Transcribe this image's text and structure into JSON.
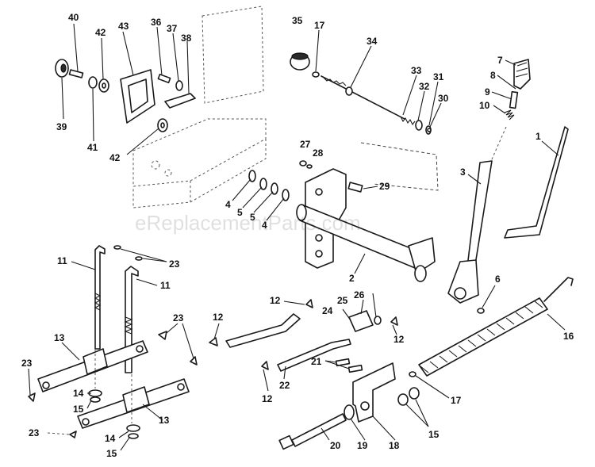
{
  "watermark": "eReplacementParts.com",
  "callouts": [
    {
      "id": "c40",
      "label": "40"
    },
    {
      "id": "c42a",
      "label": "42"
    },
    {
      "id": "c43",
      "label": "43"
    },
    {
      "id": "c36",
      "label": "36"
    },
    {
      "id": "c37",
      "label": "37"
    },
    {
      "id": "c38",
      "label": "38"
    },
    {
      "id": "c39",
      "label": "39"
    },
    {
      "id": "c41",
      "label": "41"
    },
    {
      "id": "c42b",
      "label": "42"
    },
    {
      "id": "c35",
      "label": "35"
    },
    {
      "id": "c17a",
      "label": "17"
    },
    {
      "id": "c34",
      "label": "34"
    },
    {
      "id": "c33",
      "label": "33"
    },
    {
      "id": "c32",
      "label": "32"
    },
    {
      "id": "c31",
      "label": "31"
    },
    {
      "id": "c30",
      "label": "30"
    },
    {
      "id": "c27",
      "label": "27"
    },
    {
      "id": "c28",
      "label": "28"
    },
    {
      "id": "c29",
      "label": "29"
    },
    {
      "id": "c4a",
      "label": "4"
    },
    {
      "id": "c5a",
      "label": "5"
    },
    {
      "id": "c5b",
      "label": "5"
    },
    {
      "id": "c4b",
      "label": "4"
    },
    {
      "id": "c7",
      "label": "7"
    },
    {
      "id": "c8",
      "label": "8"
    },
    {
      "id": "c9",
      "label": "9"
    },
    {
      "id": "c10",
      "label": "10"
    },
    {
      "id": "c1",
      "label": "1"
    },
    {
      "id": "c3",
      "label": "3"
    },
    {
      "id": "c2",
      "label": "2"
    },
    {
      "id": "c6",
      "label": "6"
    },
    {
      "id": "c11a",
      "label": "11"
    },
    {
      "id": "c11b",
      "label": "11"
    },
    {
      "id": "c23a",
      "label": "23"
    },
    {
      "id": "c23b",
      "label": "23"
    },
    {
      "id": "c23c",
      "label": "23"
    },
    {
      "id": "c23d",
      "label": "23"
    },
    {
      "id": "c13a",
      "label": "13"
    },
    {
      "id": "c13b",
      "label": "13"
    },
    {
      "id": "c14a",
      "label": "14"
    },
    {
      "id": "c15a",
      "label": "15"
    },
    {
      "id": "c14b",
      "label": "14"
    },
    {
      "id": "c15b",
      "label": "15"
    },
    {
      "id": "c12a",
      "label": "12"
    },
    {
      "id": "c12b",
      "label": "12"
    },
    {
      "id": "c12c",
      "label": "12"
    },
    {
      "id": "c12d",
      "label": "12"
    },
    {
      "id": "c25",
      "label": "25"
    },
    {
      "id": "c26",
      "label": "26"
    },
    {
      "id": "c24",
      "label": "24"
    },
    {
      "id": "c22",
      "label": "22"
    },
    {
      "id": "c21",
      "label": "21"
    },
    {
      "id": "c16",
      "label": "16"
    },
    {
      "id": "c17b",
      "label": "17"
    },
    {
      "id": "c15c",
      "label": "15"
    },
    {
      "id": "c20",
      "label": "20"
    },
    {
      "id": "c19",
      "label": "19"
    },
    {
      "id": "c18",
      "label": "18"
    }
  ]
}
